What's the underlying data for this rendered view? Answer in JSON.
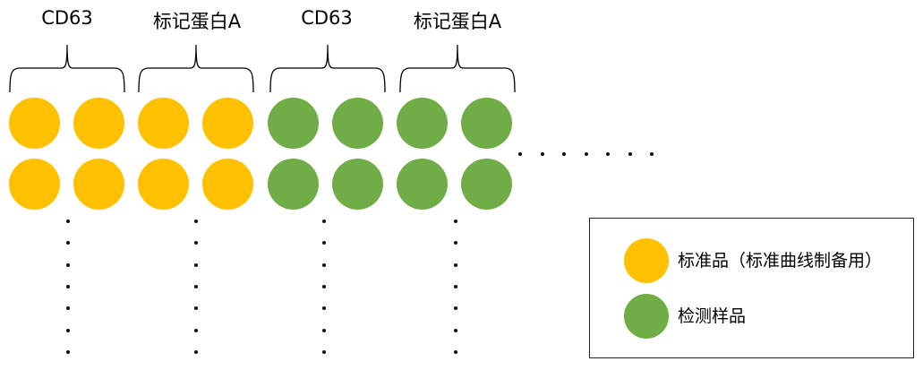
{
  "colors": {
    "standard": "#FFC000",
    "sample": "#70AD47"
  },
  "headers": [
    {
      "label": "CD63"
    },
    {
      "label": "标记蛋白A"
    },
    {
      "label": "CD63"
    },
    {
      "label": "标记蛋白A"
    }
  ],
  "grid": {
    "rows": [
      [
        "standard",
        "standard",
        "standard",
        "standard",
        "sample",
        "sample",
        "sample",
        "sample"
      ],
      [
        "standard",
        "standard",
        "standard",
        "standard",
        "sample",
        "sample",
        "sample",
        "sample"
      ]
    ]
  },
  "legend": {
    "items": [
      {
        "swatch": "standard",
        "label": "标准品（标准曲线制备用）"
      },
      {
        "swatch": "sample",
        "label": "检测样品"
      }
    ]
  }
}
